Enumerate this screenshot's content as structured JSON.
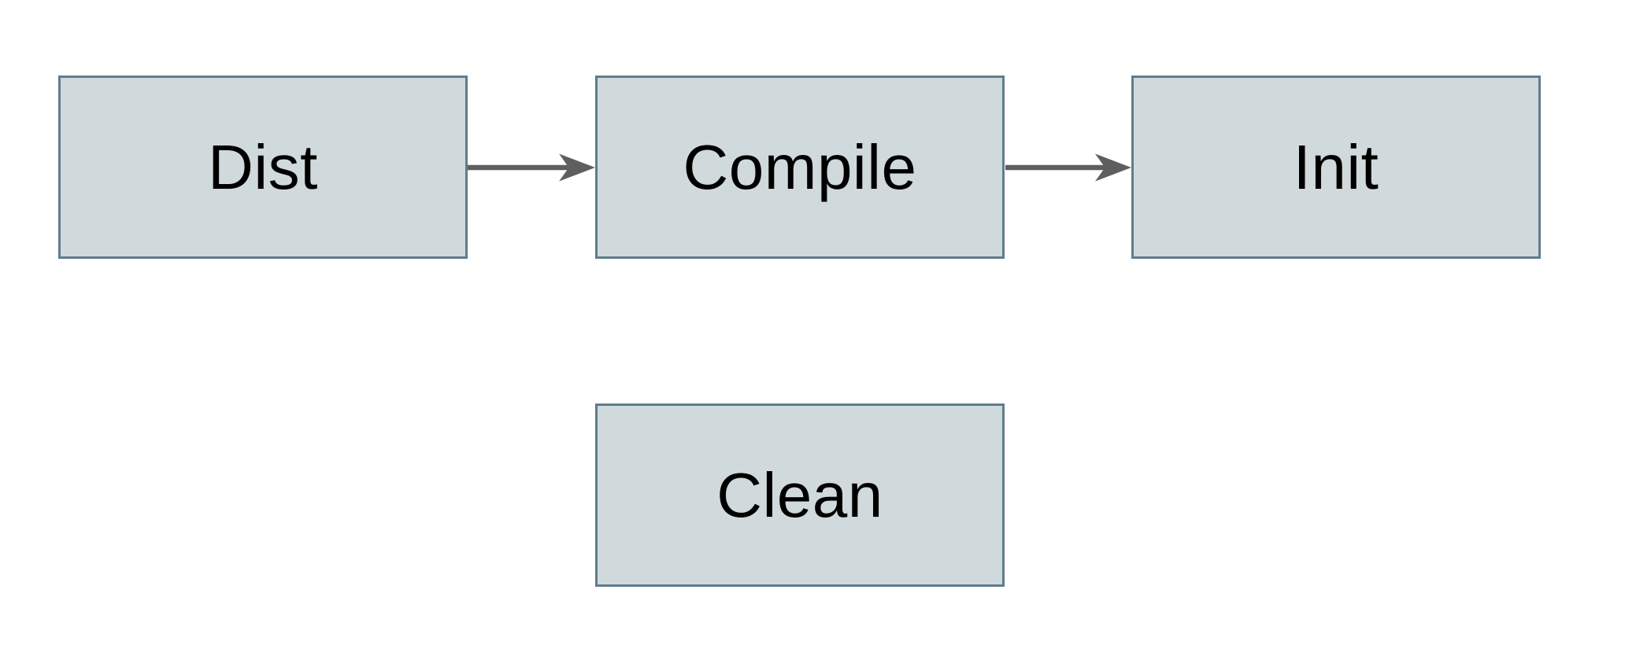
{
  "diagram": {
    "type": "flowchart",
    "background": "#ffffff",
    "nodes": [
      {
        "id": "dist",
        "label": "Dist"
      },
      {
        "id": "compile",
        "label": "Compile"
      },
      {
        "id": "init",
        "label": "Init"
      },
      {
        "id": "clean",
        "label": "Clean"
      }
    ],
    "edges": [
      {
        "from": "dist",
        "to": "compile",
        "style": "arrow-right"
      },
      {
        "from": "compile",
        "to": "init",
        "style": "arrow-right"
      }
    ],
    "colors": {
      "node_fill": "#d0d9db",
      "node_border": "#5f7d8c",
      "arrow": "#5e5e5e",
      "text": "#000000",
      "background": "#ffffff"
    }
  }
}
